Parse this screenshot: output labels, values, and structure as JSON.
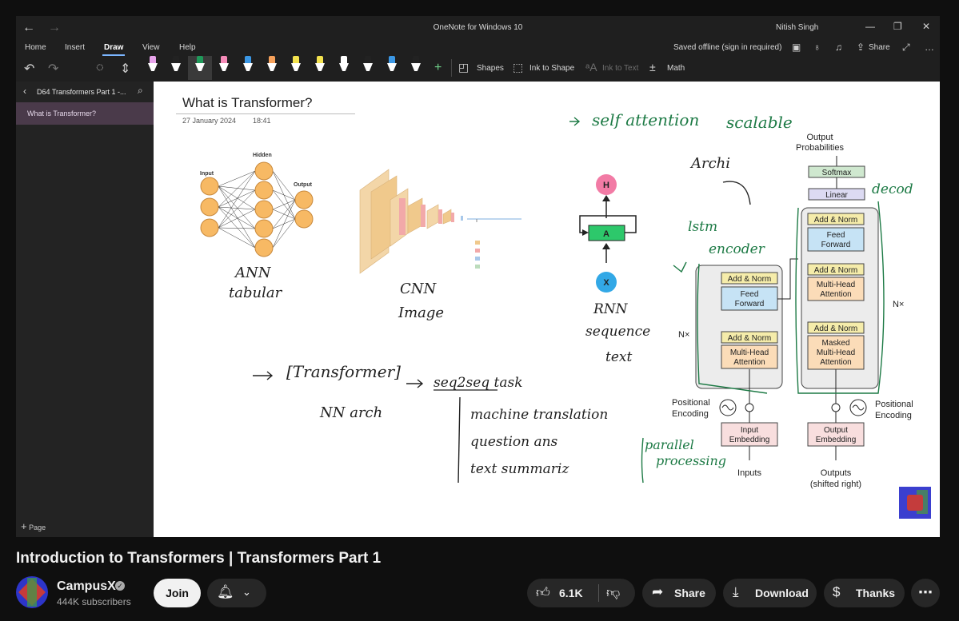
{
  "onenote": {
    "app_title": "OneNote for Windows 10",
    "user_name": "Nitish Singh",
    "menu": [
      "Home",
      "Insert",
      "Draw",
      "View",
      "Help"
    ],
    "saved_status": "Saved offline (sign in required)",
    "share_label": "Share",
    "toolbar": {
      "shapes_label": "Shapes",
      "ink_to_shape_label": "Ink to Shape",
      "ink_to_text_label": "Ink to Text",
      "math_label": "Math"
    },
    "pen_colors": [
      "#e7a3ea",
      "#222222",
      "#1f9a5a",
      "#f58bb8",
      "#3b97e4",
      "#f5a05a",
      "#f3e24e",
      "#f3e24e",
      "#ffffff",
      "#222222",
      "#3b97e4",
      "#222222"
    ],
    "notebook_title": "D64 Transformers Part 1 -...",
    "active_page": "What is Transformer?",
    "add_page_label": "Page"
  },
  "page": {
    "title": "What is Transformer?",
    "date": "27 January 2024",
    "time": "18:41",
    "ann": {
      "input": "Input",
      "hidden": "Hidden",
      "output": "Output"
    },
    "rnn": {
      "h": "H",
      "a": "A",
      "x": "X"
    },
    "transformer_diagram": {
      "output_probabilities_1": "Output",
      "output_probabilities_2": "Probabilities",
      "softmax": "Softmax",
      "linear": "Linear",
      "add_norm": "Add & Norm",
      "feed_forward_1": "Feed",
      "feed_forward_2": "Forward",
      "multi_head_1": "Multi-Head",
      "multi_head_2": "Attention",
      "masked_1": "Masked",
      "masked_2": "Multi-Head",
      "masked_3": "Attention",
      "nx": "N×",
      "positional_1": "Positional",
      "positional_2": "Encoding",
      "input_emb_1": "Input",
      "input_emb_2": "Embedding",
      "output_emb_1": "Output",
      "output_emb_2": "Embedding",
      "inputs": "Inputs",
      "outputs_1": "Outputs",
      "outputs_2": "(shifted right)"
    },
    "handwriting": {
      "ann_1": "ANN",
      "ann_2": "tabular",
      "cnn_1": "CNN",
      "cnn_2": "Image",
      "rnn_1": "RNN",
      "rnn_2": "sequence",
      "rnn_3": "text",
      "self_attention": "self attention",
      "scalable": "scalable",
      "archi": "Archi",
      "lstm": "lstm",
      "encoder": "encoder",
      "decoder": "decod",
      "transformer": "[Transformer]",
      "seq2seq": "seq2seq task",
      "nn_arch": "NN arch",
      "mt": "machine translation",
      "qa": "question ans",
      "ts": "text summariz",
      "parallel_1": "parallel",
      "parallel_2": "processing"
    }
  },
  "youtube": {
    "video_title": "Introduction to Transformers | Transformers Part 1",
    "channel_name": "CampusX",
    "subscribers": "444K subscribers",
    "join_label": "Join",
    "like_count": "6.1K",
    "share_label": "Share",
    "download_label": "Download",
    "thanks_label": "Thanks"
  }
}
